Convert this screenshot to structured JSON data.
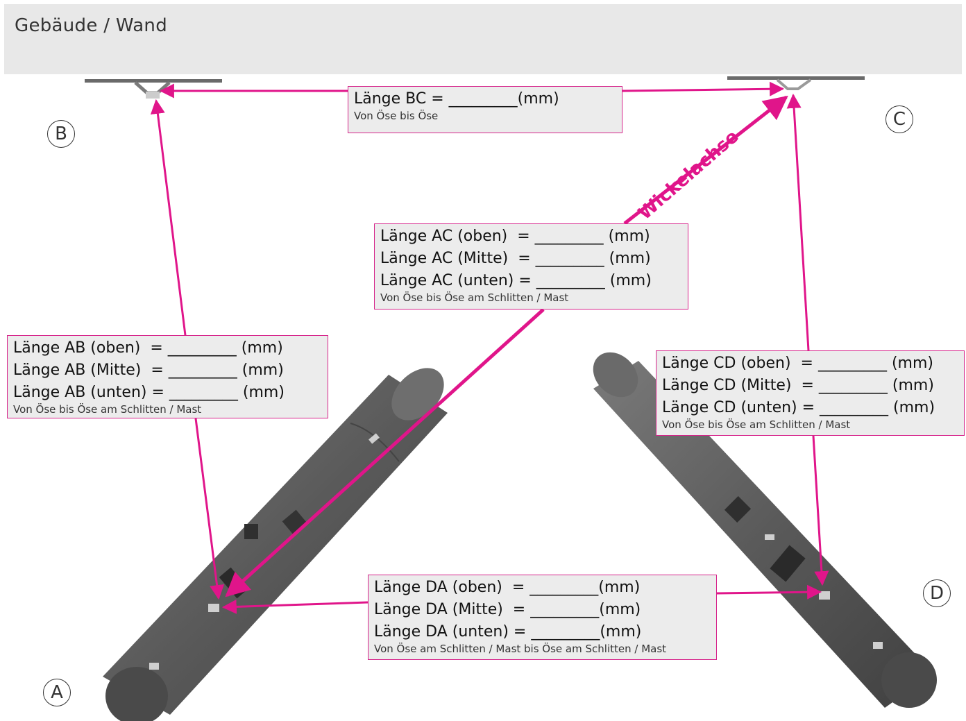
{
  "wall": {
    "label": "Gebäude / Wand"
  },
  "points": {
    "a": "A",
    "b": "B",
    "c": "C",
    "d": "D"
  },
  "axis": {
    "label": "Wickelachse"
  },
  "boxes": {
    "bc": {
      "rows": [
        "Länge BC = _________(mm)"
      ],
      "sub": "Von Öse bis Öse"
    },
    "ac": {
      "rows": [
        "Länge AC (oben)  = _________ (mm)",
        "Länge AC (Mitte)  = _________ (mm)",
        "Länge AC (unten) = _________ (mm)"
      ],
      "sub": "Von Öse bis Öse am Schlitten / Mast"
    },
    "ab": {
      "rows": [
        "Länge AB (oben)  = _________ (mm)",
        "Länge AB (Mitte)  = _________ (mm)",
        "Länge AB (unten) = _________ (mm)"
      ],
      "sub": "Von Öse bis Öse am Schlitten / Mast"
    },
    "cd": {
      "rows": [
        "Länge CD (oben)  = _________ (mm)",
        "Länge CD (Mitte)  = _________ (mm)",
        "Länge CD (unten) = _________ (mm)"
      ],
      "sub": "Von Öse bis Öse am Schlitten / Mast"
    },
    "da": {
      "rows": [
        "Länge DA (oben)  = _________(mm)",
        "Länge DA (Mitte)  = _________(mm)",
        "Länge DA (unten) = _________(mm)"
      ],
      "sub": "Von Öse am Schlitten / Mast bis Öse am Schlitten / Mast"
    }
  },
  "colors": {
    "accent": "#e0158a",
    "wall": "#e8e8e8",
    "box_bg": "#ececec",
    "pole": "#5a5a5a"
  }
}
